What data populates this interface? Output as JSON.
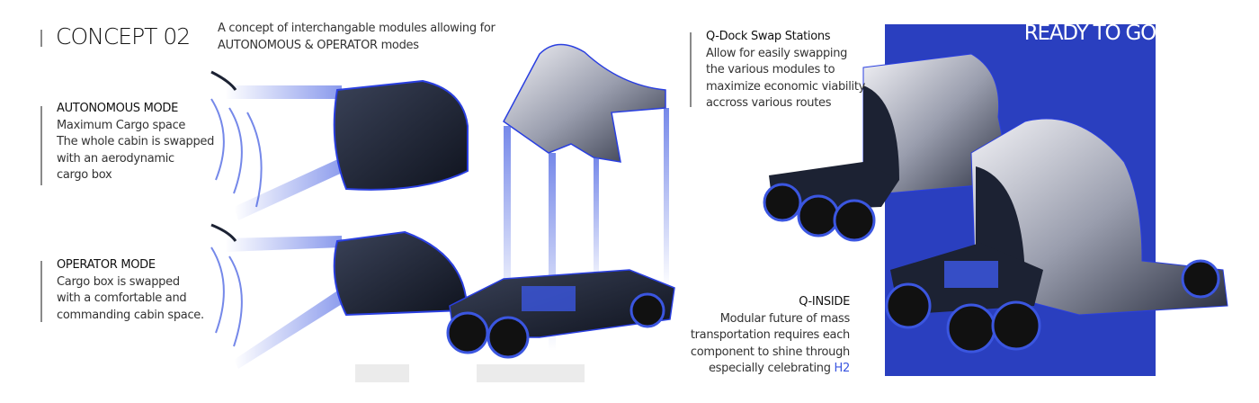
{
  "title": "CONCEPT 02",
  "intro": {
    "line1": "A concept of interchangable modules allowing for",
    "line2": "AUTONOMOUS & OPERATOR modes"
  },
  "autonomous": {
    "heading": "AUTONOMOUS MODE",
    "lines": [
      "Maximum Cargo space",
      "The whole cabin is swapped",
      "with an aerodynamic",
      "cargo box"
    ]
  },
  "operator": {
    "heading": "OPERATOR MODE",
    "lines": [
      "Cargo box is swapped",
      "with a comfortable and",
      "commanding cabin space."
    ]
  },
  "qdock": {
    "heading": "Q-Dock Swap Stations",
    "lines": [
      "Allow for easily swapping",
      "the various modules to",
      "maximize economic viability",
      "accross various routes"
    ]
  },
  "qinside": {
    "heading": "Q-INSIDE",
    "lines": [
      "Modular future of mass",
      "transportation requires each",
      "component to shine through"
    ],
    "last_prefix": "especially celebrating ",
    "last_accent": "H2"
  },
  "panel": {
    "label": "READY TO GO"
  },
  "colors": {
    "panel": "#2a3fbf",
    "accent": "#3b56e0",
    "module_dark": "#1c2233"
  }
}
